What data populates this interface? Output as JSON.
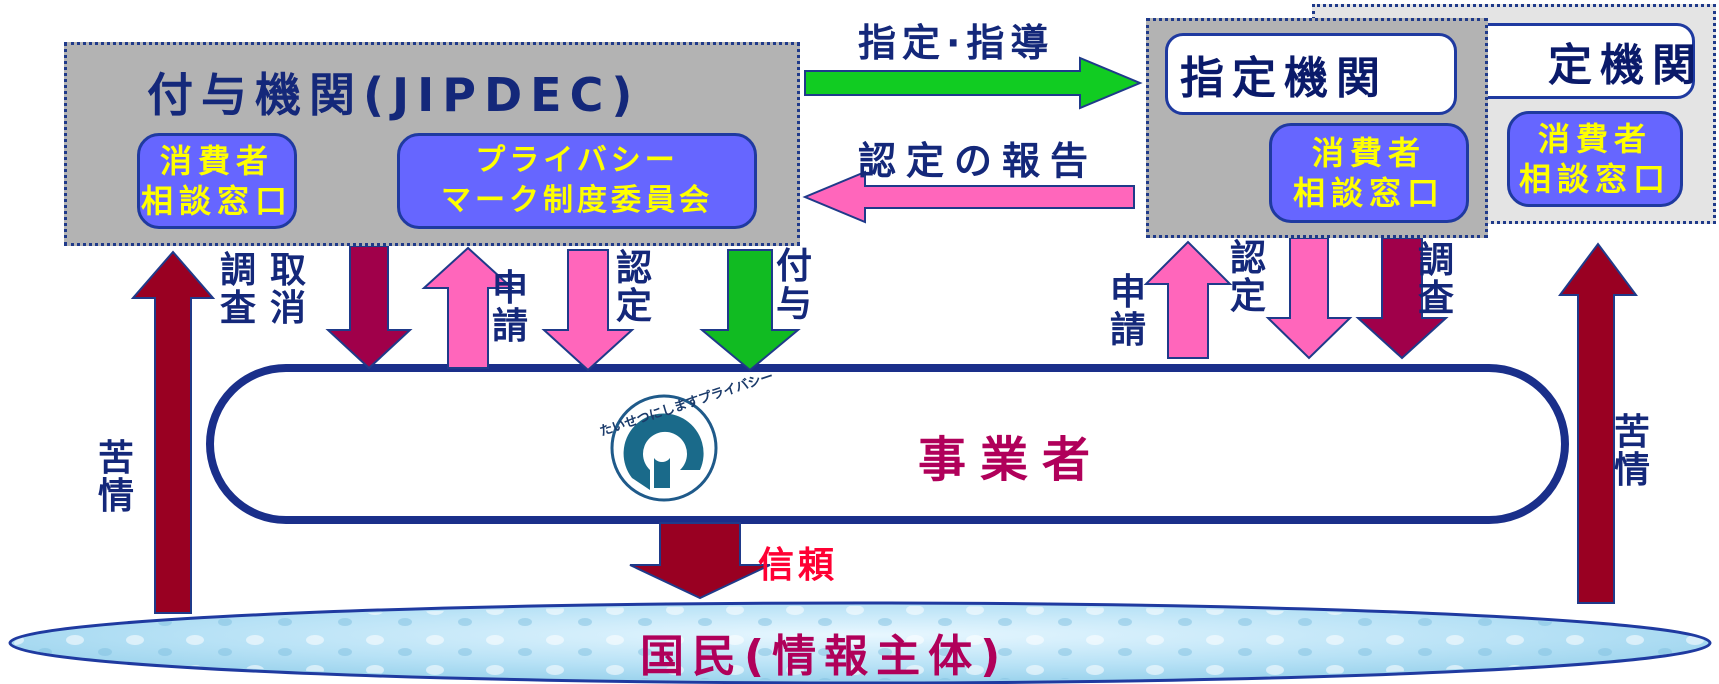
{
  "grantor": {
    "title": "付与機関(JIPDEC)",
    "consumer_window": "消費者\n相談窓口",
    "committee": "プライバシー\nマーク制度委員会"
  },
  "designated": {
    "title": "指定機関",
    "back_title": "定機関",
    "consumer_window": "消費者\n相談窓口",
    "back_consumer_window": "消費者\n相談窓口"
  },
  "flows": {
    "designate_guide": "指定·指導",
    "certification_report": "認定の報告",
    "investigate_cancel_1": "調\n査",
    "investigate_cancel_2": "取\n消",
    "apply_left": "申\n請",
    "certify_left": "認\n定",
    "grant": "付\n与",
    "apply_right": "申\n請",
    "certify_right": "認\n定",
    "investigate_right": "調\n査",
    "complaint_left": "苦\n情",
    "complaint_right": "苦\n情",
    "trust": "信頼"
  },
  "business": {
    "label": "事業者"
  },
  "logo": {
    "text": "たいせつにしますプライバシー",
    "mark": "P"
  },
  "citizens": {
    "label": "国民(情報主体)"
  },
  "colors": {
    "box_gray": "#b3b3b3",
    "pill_blue": "#6666ff",
    "pill_text": "#ffff00",
    "navy": "#14287a",
    "arrow_green": "#11bb22",
    "arrow_pink": "#ff66bb",
    "arrow_maroon": "#a0004a",
    "arrow_darkred": "#990022",
    "business_text": "#b0005a",
    "trust_text": "#ff0033"
  }
}
